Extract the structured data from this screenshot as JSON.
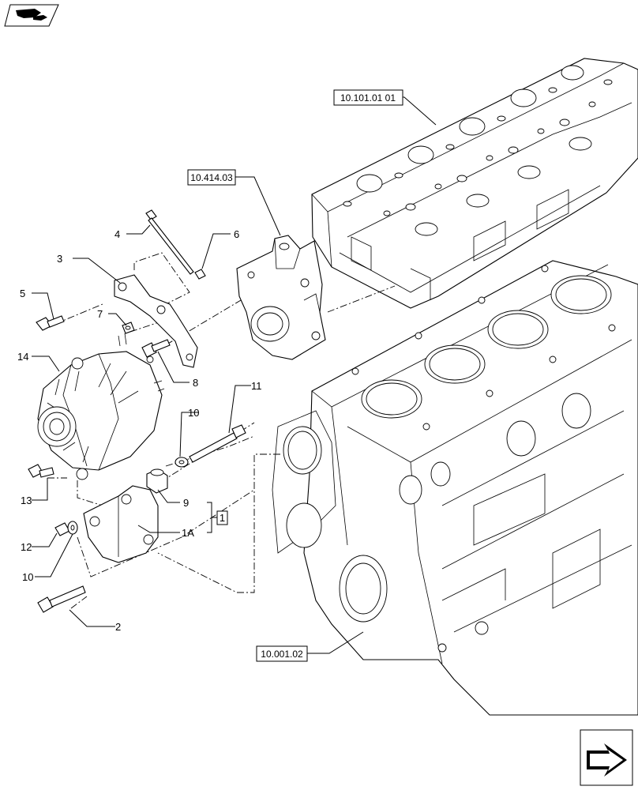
{
  "references": {
    "cylinder_head": "10.101.01 01",
    "water_pump": "10.414.03",
    "engine_block": "10.001.02"
  },
  "callouts": {
    "c1": "1",
    "c1a": "1A",
    "c2": "2",
    "c3": "3",
    "c4": "4",
    "c5": "5",
    "c6": "6",
    "c7": "7",
    "c8": "8",
    "c9": "9",
    "c10_upper": "10",
    "c10_lower": "10",
    "c11": "11",
    "c12": "12",
    "c13": "13",
    "c14": "14"
  },
  "icons": {
    "top_left": "catalog-book-icon",
    "bottom_right": "next-page-arrow-icon"
  }
}
